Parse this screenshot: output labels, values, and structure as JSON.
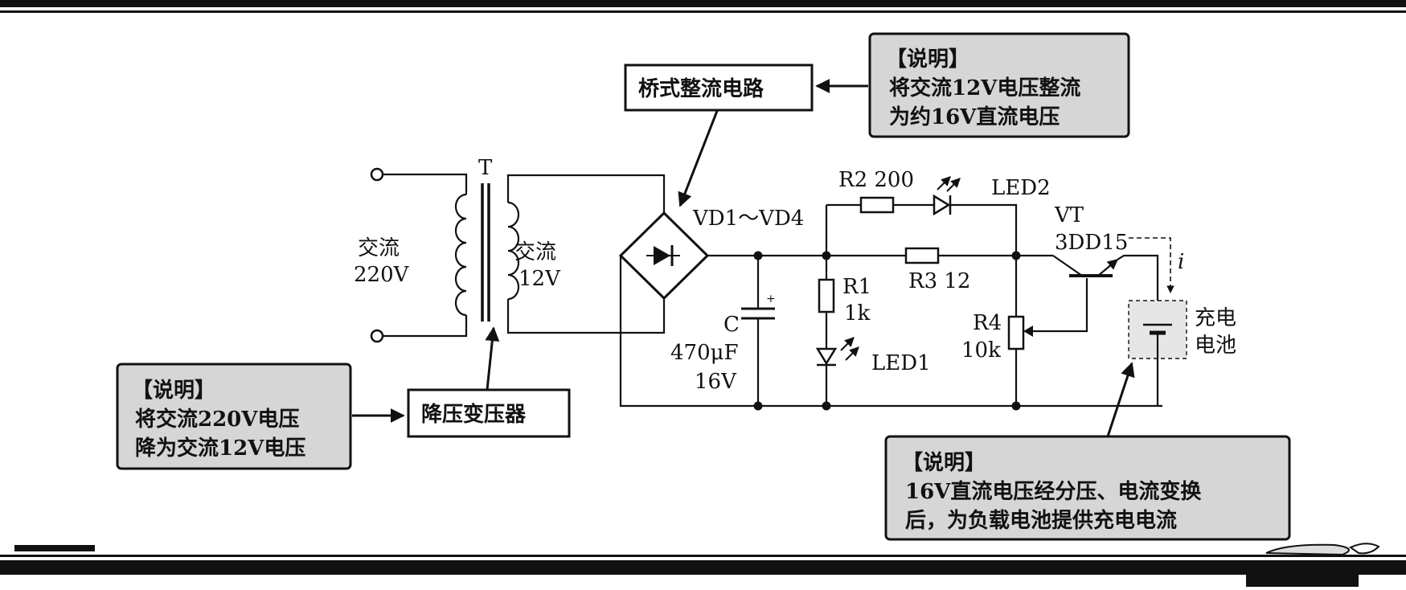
{
  "labels": {
    "transformer": "T",
    "ac_in_1": "交流",
    "ac_in_2": "220V",
    "ac_out_1": "交流",
    "ac_out_2": "12V",
    "bridge_name": "VD1～VD4",
    "r2": "R2 200",
    "led2": "LED2",
    "vt_1": "VT",
    "vt_2": "3DD15",
    "current": "i",
    "r3": "R3 12",
    "r1_1": "R1",
    "r1_2": "1k",
    "c_1": "C",
    "c_2": "470μF",
    "c_3": "16V",
    "led1": "LED1",
    "r4_1": "R4",
    "r4_2": "10k",
    "battery_1": "充电",
    "battery_2": "电池"
  },
  "boxes": {
    "bridge": "桥式整流电路",
    "transformer": "降压变压器"
  },
  "notes": {
    "bridge": {
      "title": "【说明】",
      "lines": [
        "将交流12V电压整流",
        "为约16V直流电压"
      ]
    },
    "transformer": {
      "title": "【说明】",
      "lines": [
        "将交流220V电压",
        "降为交流12V电压"
      ]
    },
    "output": {
      "title": "【说明】",
      "lines": [
        "16V直流电压经分压、电流变换",
        "后，为负载电池提供充电电流"
      ]
    }
  }
}
